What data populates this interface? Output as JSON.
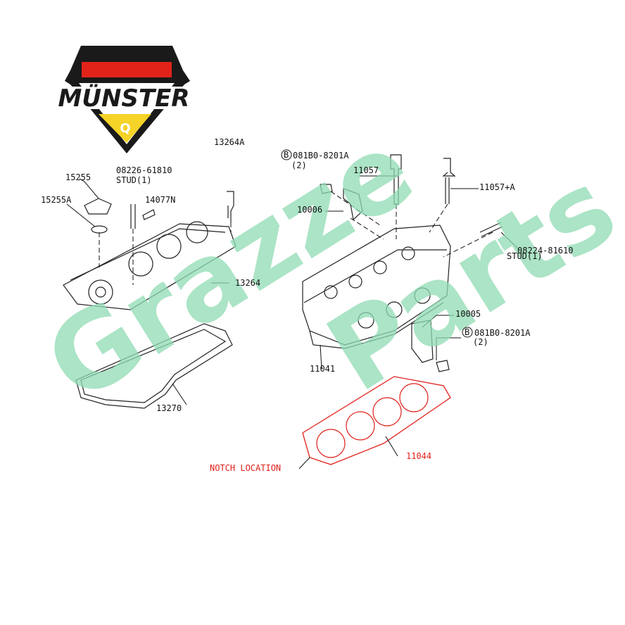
{
  "logo": {
    "brand": "MÜNSTER",
    "badge_letter": "Q",
    "colors": {
      "black": "#1a1a1a",
      "red": "#e2231a",
      "gold": "#f5d327"
    }
  },
  "watermark": {
    "text_1": "Grazze",
    "text_2": "Parts",
    "color": "#8fdcb4"
  },
  "callouts": {
    "p15255": "15255",
    "p15255a": "15255A",
    "p08226": "08226-61810",
    "p08226_note": "STUD(1)",
    "p14077n": "14077N",
    "p13264a": "13264A",
    "p13264": "13264",
    "p13270": "13270",
    "bolt_top_symbol": "B",
    "bolt_top": "081B0-8201A",
    "bolt_top_qty": "(2)",
    "p11057": "11057",
    "p11057a": "11057+A",
    "p10006": "10006",
    "p08224": "08224-81610",
    "p08224_note": "STUD(1)",
    "p10005": "10005",
    "bolt_bottom_symbol": "B",
    "bolt_bottom": "081B0-8201A",
    "bolt_bottom_qty": "(2)",
    "p11041": "11041",
    "p11044": "11044",
    "notch": "NOTCH LOCATION"
  },
  "highlight_color": "#e0201a"
}
